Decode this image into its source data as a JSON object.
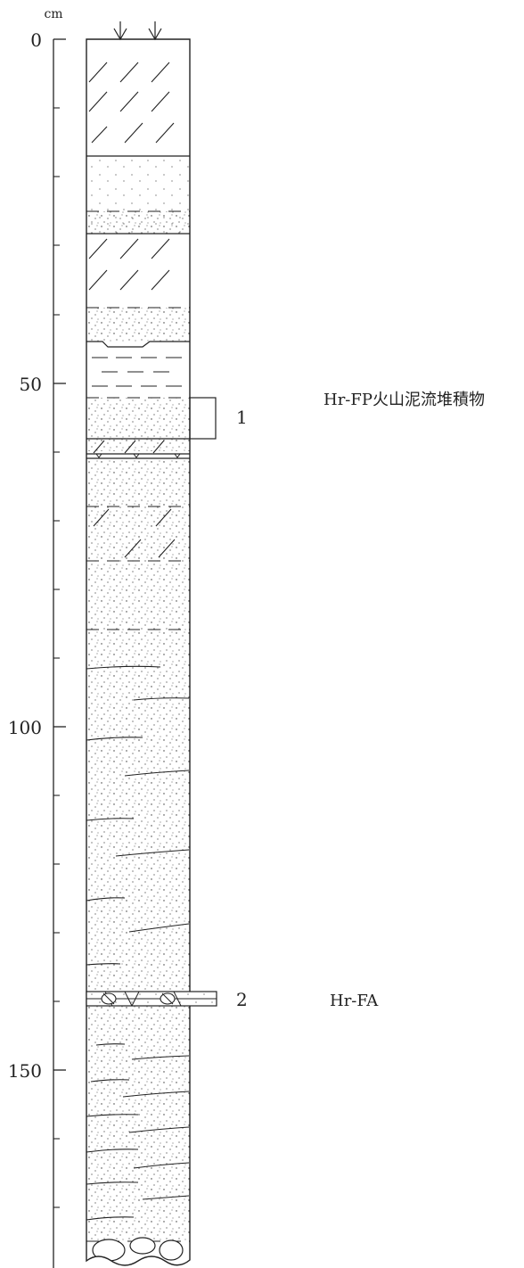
{
  "axis": {
    "unit": "cm",
    "ticks": [
      {
        "depth": 0,
        "label": "0"
      },
      {
        "depth": 50,
        "label": "50"
      },
      {
        "depth": 100,
        "label": "100"
      },
      {
        "depth": 150,
        "label": "150"
      }
    ]
  },
  "samples": [
    {
      "number": "1",
      "label": "Hr-FP火山泥流堆積物"
    },
    {
      "number": "2",
      "label": "Hr-FA"
    }
  ],
  "colors": {
    "ink": "#222222",
    "background": "#ffffff"
  }
}
